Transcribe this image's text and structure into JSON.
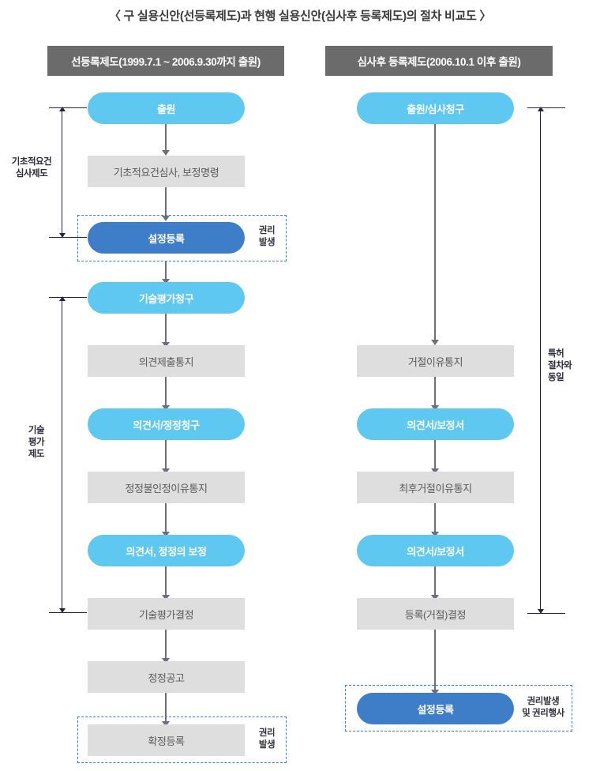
{
  "title": "〈 구 실용신안(선등록제도)과 현행 실용신안(심사후 등록제도)의 절차 비교도 〉",
  "colors": {
    "header_bg": "#6b6b6b",
    "gray_node": "#dedede",
    "light_blue_node": "#5ec8f0",
    "dark_blue_node": "#3e7dc8",
    "dashed_border": "#2f7fd6",
    "connector": "#6e6e78"
  },
  "columns": [
    {
      "id": "left",
      "header": "선등록제도(1999.7.1 ~ 2006.9.30까지 출원)",
      "nodes": [
        {
          "label": "출원",
          "style": "lightblue"
        },
        {
          "label": "기초적요건심사, 보정명령",
          "style": "gray"
        },
        {
          "label": "설정등록",
          "style": "darkblue"
        },
        {
          "label": "기술평가청구",
          "style": "lightblue"
        },
        {
          "label": "의견제출통지",
          "style": "gray"
        },
        {
          "label": "의견서/정정청구",
          "style": "lightblue"
        },
        {
          "label": "정정불인정이유통지",
          "style": "gray"
        },
        {
          "label": "의견서, 정정의 보정",
          "style": "lightblue"
        },
        {
          "label": "기술평가결정",
          "style": "gray"
        },
        {
          "label": "정정공고",
          "style": "gray"
        },
        {
          "label": "확정등록",
          "style": "gray"
        }
      ],
      "highlights": [
        {
          "note": "권리\n발생",
          "target": "설정등록"
        },
        {
          "note": "권리\n발생",
          "target": "확정등록"
        }
      ],
      "brackets": [
        {
          "label": "기초적요건\n심사제도",
          "from": "출원",
          "to": "설정등록"
        },
        {
          "label": "기술\n평가\n제도",
          "from": "기술평가청구",
          "to": "기술평가결정"
        }
      ]
    },
    {
      "id": "right",
      "header": "심사후 등록제도(2006.10.1 이후 출원)",
      "nodes": [
        {
          "label": "출원/심사청구",
          "style": "lightblue"
        },
        {
          "label": "거절이유통지",
          "style": "gray"
        },
        {
          "label": "의견서/보정서",
          "style": "lightblue"
        },
        {
          "label": "최후거절이유통지",
          "style": "gray"
        },
        {
          "label": "의견서/보정서",
          "style": "lightblue"
        },
        {
          "label": "등록(거절)결정",
          "style": "gray"
        },
        {
          "label": "설정등록",
          "style": "darkblue"
        }
      ],
      "highlights": [
        {
          "note": "권리발생\n및 권리행사",
          "target": "설정등록"
        }
      ],
      "brackets": [
        {
          "label": "특허\n절차와\n동일",
          "from": "출원/심사청구",
          "to": "등록(거절)결정"
        }
      ]
    }
  ]
}
